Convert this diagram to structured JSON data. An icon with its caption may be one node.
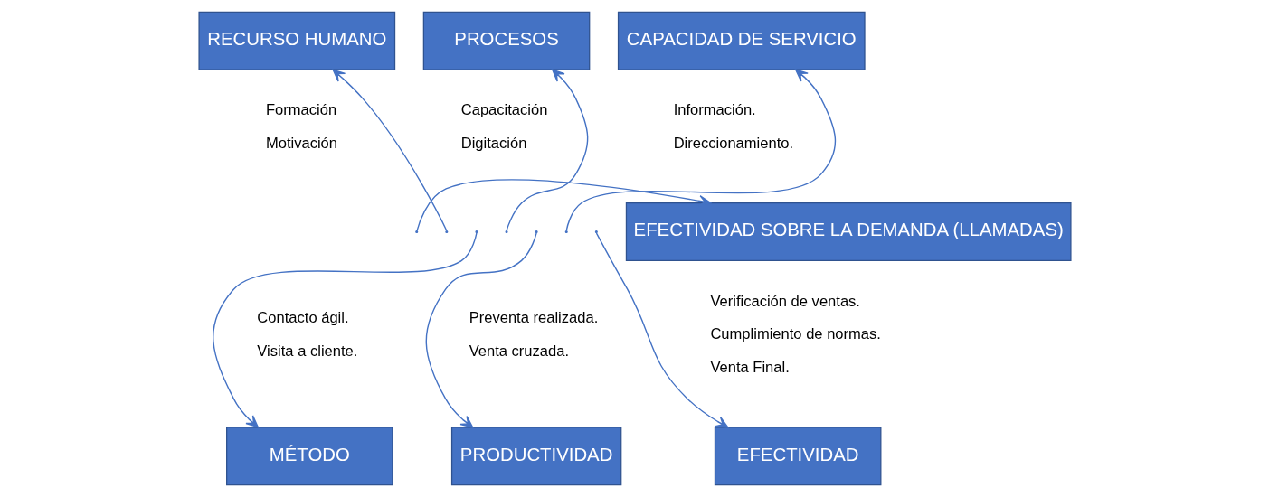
{
  "diagram": {
    "nodes": [
      {
        "text": [
          "RECURSO HUMANO"
        ],
        "beside": [
          "Formación",
          "Motivación"
        ]
      },
      {
        "text": [
          "PROCESOS"
        ],
        "beside": [
          "Capacitación",
          "Digitación"
        ]
      },
      {
        "text": [
          "CAPACIDAD DE SERVICIO"
        ],
        "beside": [
          "Información.",
          "Direccionamiento."
        ]
      },
      {
        "text": [
          "EFECTIVIDAD SOBRE LA DEMANDA (LLAMADAS)"
        ]
      },
      {
        "text": [
          "MÉTODO"
        ],
        "beside": [
          "Contacto ágil.",
          "Visita a cliente."
        ]
      },
      {
        "text": [
          "PRODUCTIVIDAD"
        ],
        "beside": [
          "Preventa realizada.",
          "Venta cruzada."
        ]
      },
      {
        "text": [
          "EFECTIVIDAD"
        ],
        "beside": [
          "Verificación de ventas.",
          "Cumplimiento de normas.",
          "Venta Final."
        ]
      }
    ],
    "edges": [
      {
        "from": null,
        "to": 3,
        "arrow": "to"
      },
      {
        "from": null,
        "to": 0,
        "arrow": "to"
      },
      {
        "from": null,
        "to": 1,
        "arrow": "to"
      },
      {
        "from": null,
        "to": 2,
        "arrow": "to"
      },
      {
        "from": null,
        "to": 4,
        "arrow": "to"
      },
      {
        "from": null,
        "to": 5,
        "arrow": "to"
      },
      {
        "from": null,
        "to": 6,
        "arrow": "to"
      }
    ]
  }
}
